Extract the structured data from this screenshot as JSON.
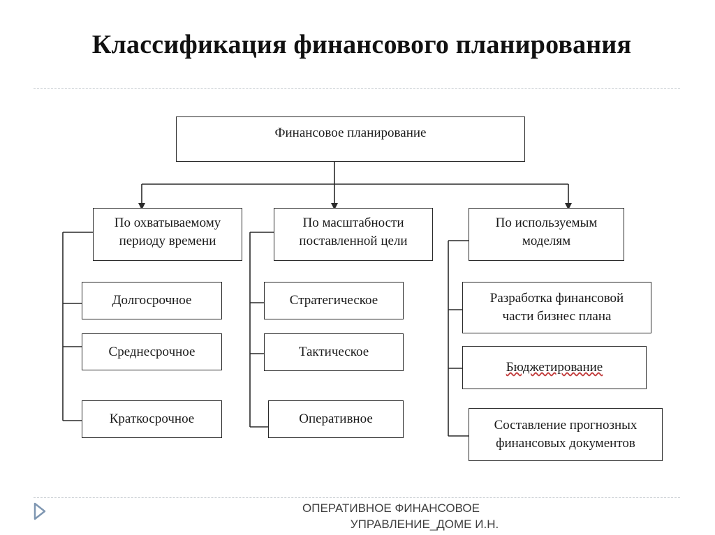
{
  "title": "Классификация финансового планирования",
  "diagram": {
    "root": "Финансовое планирование",
    "categories": [
      {
        "label": "По охватываемому\nпериоду времени",
        "items": [
          "Долгосрочное",
          "Среднесрочное",
          "Краткосрочное"
        ]
      },
      {
        "label": "По масштабности\nпоставленной цели",
        "items": [
          "Стратегическое",
          "Тактическое",
          "Оперативное"
        ]
      },
      {
        "label": "По используемым\nмоделям",
        "items": [
          "Разработка финансовой\nчасти бизнес плана",
          "Бюджетирование",
          "Составление прогнозных\nфинансовых документов"
        ]
      }
    ]
  },
  "footer": {
    "line1": "ОПЕРАТИВНОЕ ФИНАНСОВОЕ",
    "line2": "УПРАВЛЕНИЕ_ДОМЕ И.Н."
  },
  "colors": {
    "line": "#2a2a2a",
    "rule": "#c9ced3",
    "nav_arrow": "#7f97b2"
  }
}
